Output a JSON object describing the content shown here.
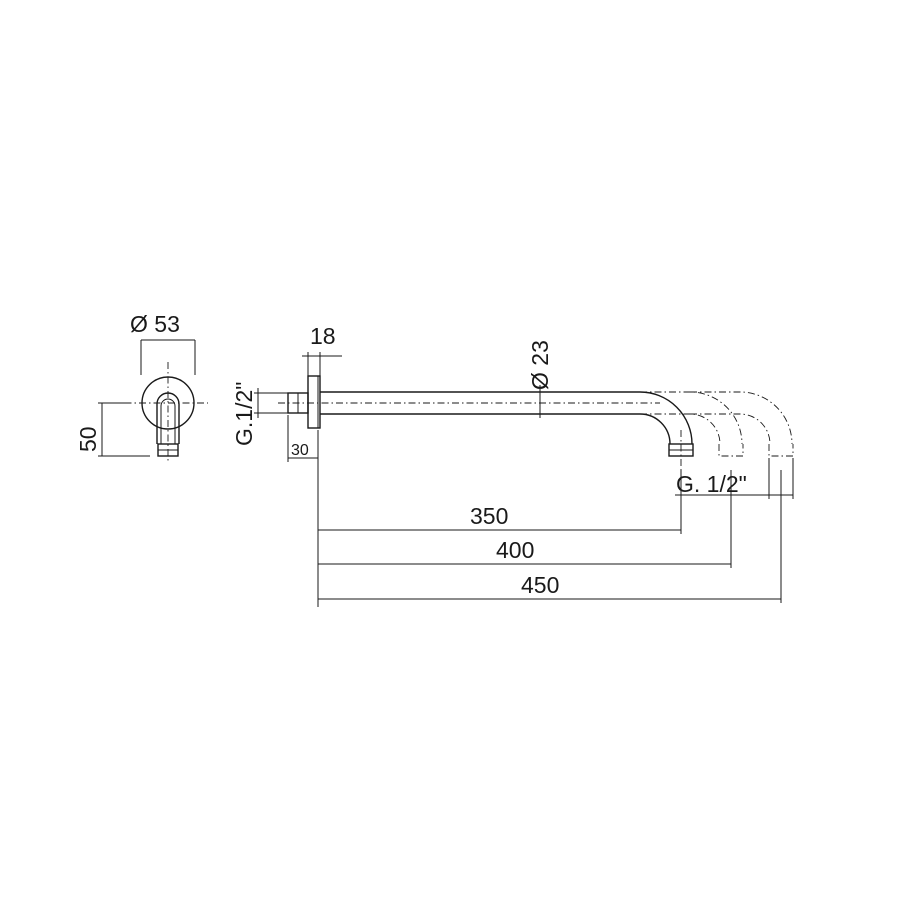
{
  "drawing": {
    "side_view": {
      "diameter_label": "Ø 53",
      "height_label": "50"
    },
    "arm_view": {
      "flange_label": "18",
      "tube_diameter_label": "Ø 23",
      "inlet_thread_label": "G.1/2\"",
      "inlet_length_label": "30",
      "outlet_thread_label": "G. 1/2\""
    },
    "lengths": [
      {
        "label": "350"
      },
      {
        "label": "400"
      },
      {
        "label": "450"
      }
    ]
  }
}
